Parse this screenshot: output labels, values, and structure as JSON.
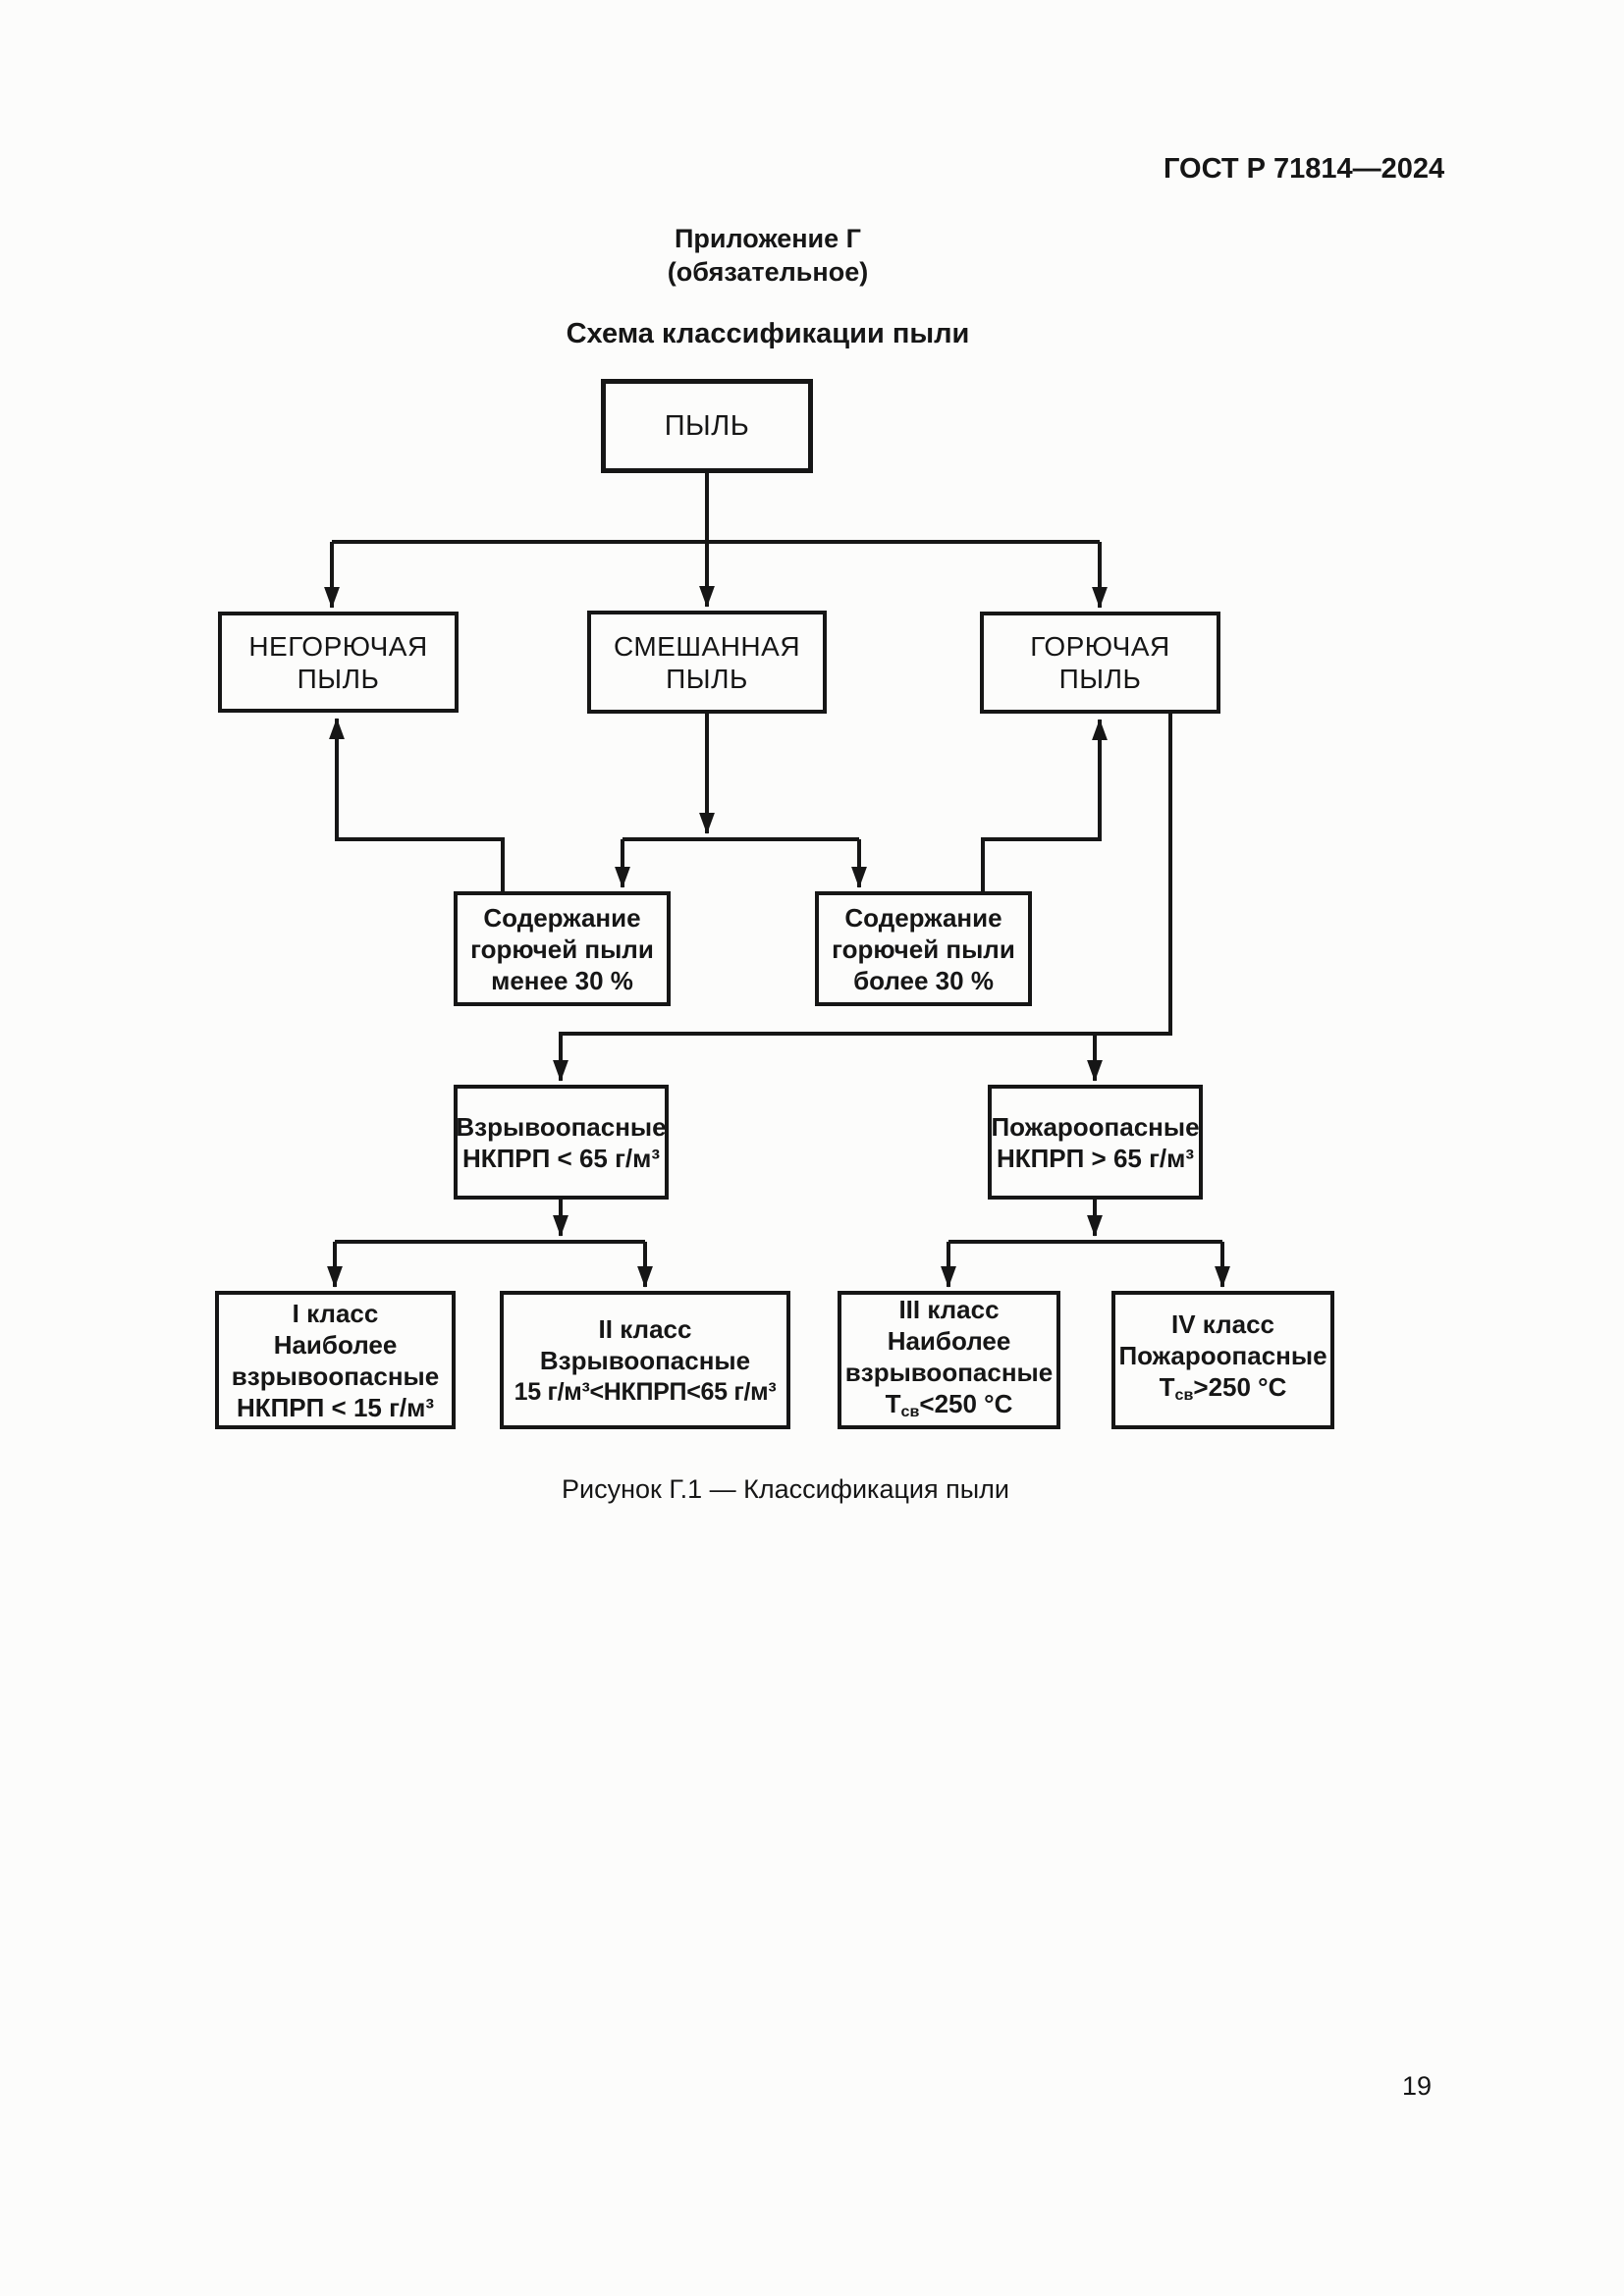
{
  "page": {
    "header": "ГОСТ Р 71814—2024",
    "appendix_title": "Приложение Г",
    "appendix_subtitle": "(обязательное)",
    "scheme_title": "Схема классификации пыли",
    "figure_caption": "Рисунок Г.1 — Классификация пыли",
    "page_number": "19"
  },
  "diagram": {
    "boxes": {
      "dust": {
        "line1": "ПЫЛЬ"
      },
      "noncombustible": {
        "line1": "НЕГОРЮЧАЯ",
        "line2": "ПЫЛЬ"
      },
      "mixed": {
        "line1": "СМЕШАННАЯ",
        "line2": "ПЫЛЬ"
      },
      "combustible": {
        "line1": "ГОРЮЧАЯ",
        "line2": "ПЫЛЬ"
      },
      "content_less": {
        "line1": "Содержание",
        "line2": "горючей пыли",
        "line3": "менее 30 %"
      },
      "content_more": {
        "line1": "Содержание",
        "line2": "горючей пыли",
        "line3": "более 30 %"
      },
      "explosive": {
        "line1": "Взрывоопасные",
        "line2": "НКПРП < 65 г/м³"
      },
      "fire_hazard": {
        "line1": "Пожароопасные",
        "line2": "НКПРП > 65 г/м³"
      },
      "class1": {
        "line1": "I класс",
        "line2": "Наиболее",
        "line3": "взрывоопасные",
        "line4": "НКПРП < 15 г/м³"
      },
      "class2": {
        "line1": "II класс",
        "line2": "Взрывоопасные",
        "line3": "15 г/м³<НКПРП<65 г/м³"
      },
      "class3": {
        "line1": "III класс",
        "line2": "Наиболее",
        "line3": "взрывоопасные",
        "formula": {
          "base": "Т",
          "sub": "св",
          "rest": "<250 °С"
        }
      },
      "class4": {
        "line1": "IV класс",
        "line2": "Пожароопасные",
        "formula": {
          "base": "Т",
          "sub": "св",
          "rest": ">250 °С"
        }
      }
    }
  }
}
